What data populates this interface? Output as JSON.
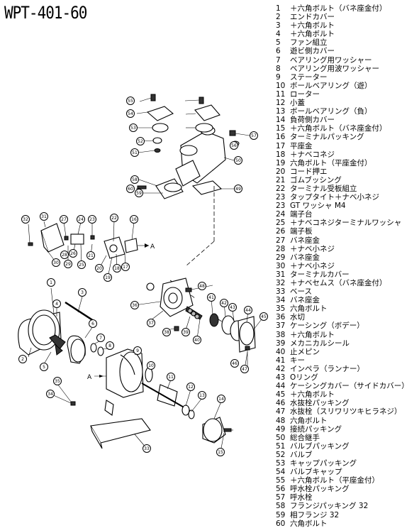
{
  "title": "WPT-401-60",
  "parts": [
    {
      "no": "1",
      "name": "＋六角ボルト（バネ座金付）"
    },
    {
      "no": "2",
      "name": "エンドカバー"
    },
    {
      "no": "3",
      "name": "＋六角ボルト"
    },
    {
      "no": "4",
      "name": "＋六角ボルト"
    },
    {
      "no": "5",
      "name": "ファン組立"
    },
    {
      "no": "6",
      "name": "遊ビ側カバー"
    },
    {
      "no": "7",
      "name": "ベアリング用ワッシャー"
    },
    {
      "no": "8",
      "name": "ベアリング用波ワッシャー"
    },
    {
      "no": "9",
      "name": "ステーター"
    },
    {
      "no": "10",
      "name": "ボールベアリング（遊）"
    },
    {
      "no": "11",
      "name": "ローター"
    },
    {
      "no": "12",
      "name": "小蓋"
    },
    {
      "no": "13",
      "name": "ボールベアリング（負）"
    },
    {
      "no": "14",
      "name": "負荷側カバー"
    },
    {
      "no": "15",
      "name": "＋六角ボルト（バネ座金付）"
    },
    {
      "no": "16",
      "name": "ターミナルパッキング"
    },
    {
      "no": "17",
      "name": "平座金"
    },
    {
      "no": "18",
      "name": "＋ナベコネジ"
    },
    {
      "no": "19",
      "name": "六角ボルト（平座金付）"
    },
    {
      "no": "20",
      "name": "コード押エ"
    },
    {
      "no": "21",
      "name": "ゴムブッシング"
    },
    {
      "no": "22",
      "name": "ターミナル受板組立"
    },
    {
      "no": "23",
      "name": "タップタイト＋ナベ小ネジ"
    },
    {
      "no": "23",
      "name": "GT ワッシャ M4"
    },
    {
      "no": "24",
      "name": "端子台"
    },
    {
      "no": "25",
      "name": "＋ナベコネジターミナルワッシャ"
    },
    {
      "no": "26",
      "name": "端子板"
    },
    {
      "no": "27",
      "name": "バネ座金"
    },
    {
      "no": "28",
      "name": "＋ナベ小ネジ"
    },
    {
      "no": "29",
      "name": "バネ座金"
    },
    {
      "no": "30",
      "name": "＋ナベ小ネジ"
    },
    {
      "no": "31",
      "name": "ターミナルカバー"
    },
    {
      "no": "32",
      "name": "＋ナベセムス（バネ座金付）"
    },
    {
      "no": "33",
      "name": "ベース"
    },
    {
      "no": "34",
      "name": "バネ座金"
    },
    {
      "no": "35",
      "name": "六角ボルト"
    },
    {
      "no": "36",
      "name": "水切"
    },
    {
      "no": "37",
      "name": "ケーシング（ボデー）"
    },
    {
      "no": "38",
      "name": "＋六角ボルト"
    },
    {
      "no": "39",
      "name": "メカニカルシール"
    },
    {
      "no": "40",
      "name": "止メピン"
    },
    {
      "no": "41",
      "name": "キー"
    },
    {
      "no": "42",
      "name": "インペラ（ランナー）"
    },
    {
      "no": "43",
      "name": "Oリング"
    },
    {
      "no": "44",
      "name": "ケーシングカバー（サイドカバー）"
    },
    {
      "no": "45",
      "name": "＋六角ボルト"
    },
    {
      "no": "46",
      "name": "水抜栓パッキング"
    },
    {
      "no": "47",
      "name": "水抜栓（スリワリツキヒラネジ）"
    },
    {
      "no": "48",
      "name": "六角ボルト"
    },
    {
      "no": "49",
      "name": "接続パッキング"
    },
    {
      "no": "50",
      "name": "総合継手"
    },
    {
      "no": "51",
      "name": "バルブパッキング"
    },
    {
      "no": "52",
      "name": "バルブ"
    },
    {
      "no": "53",
      "name": "キャップパッキング"
    },
    {
      "no": "54",
      "name": "バルブキャップ"
    },
    {
      "no": "55",
      "name": "＋六角ボルト（平座金付）"
    },
    {
      "no": "56",
      "name": "呼水栓パッキング"
    },
    {
      "no": "57",
      "name": "呼水栓"
    },
    {
      "no": "58",
      "name": "フランジパッキング 32"
    },
    {
      "no": "59",
      "name": "相フランジ 32"
    },
    {
      "no": "60",
      "name": "六角ボルト"
    }
  ],
  "callouts": [
    "1",
    "2",
    "3",
    "4",
    "5",
    "6",
    "7",
    "8",
    "9",
    "10",
    "11",
    "12",
    "13",
    "14",
    "15",
    "16",
    "17",
    "18",
    "19",
    "20",
    "21",
    "22",
    "23",
    "24",
    "25",
    "26",
    "27",
    "28",
    "29",
    "30",
    "31",
    "32",
    "33",
    "34",
    "35",
    "36",
    "37",
    "38",
    "39",
    "40",
    "41",
    "42",
    "43",
    "44",
    "45",
    "46",
    "47",
    "48",
    "49",
    "50",
    "51",
    "52",
    "53",
    "54",
    "55",
    "56",
    "57",
    "58",
    "59",
    "60"
  ],
  "arrow_label": "A"
}
